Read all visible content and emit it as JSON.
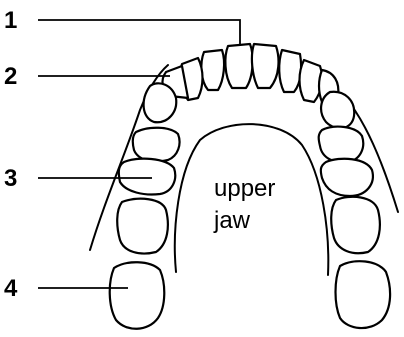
{
  "labels": {
    "one": "1",
    "two": "2",
    "three": "3",
    "four": "4",
    "jaw_line1": "upper",
    "jaw_line2": "jaw"
  }
}
